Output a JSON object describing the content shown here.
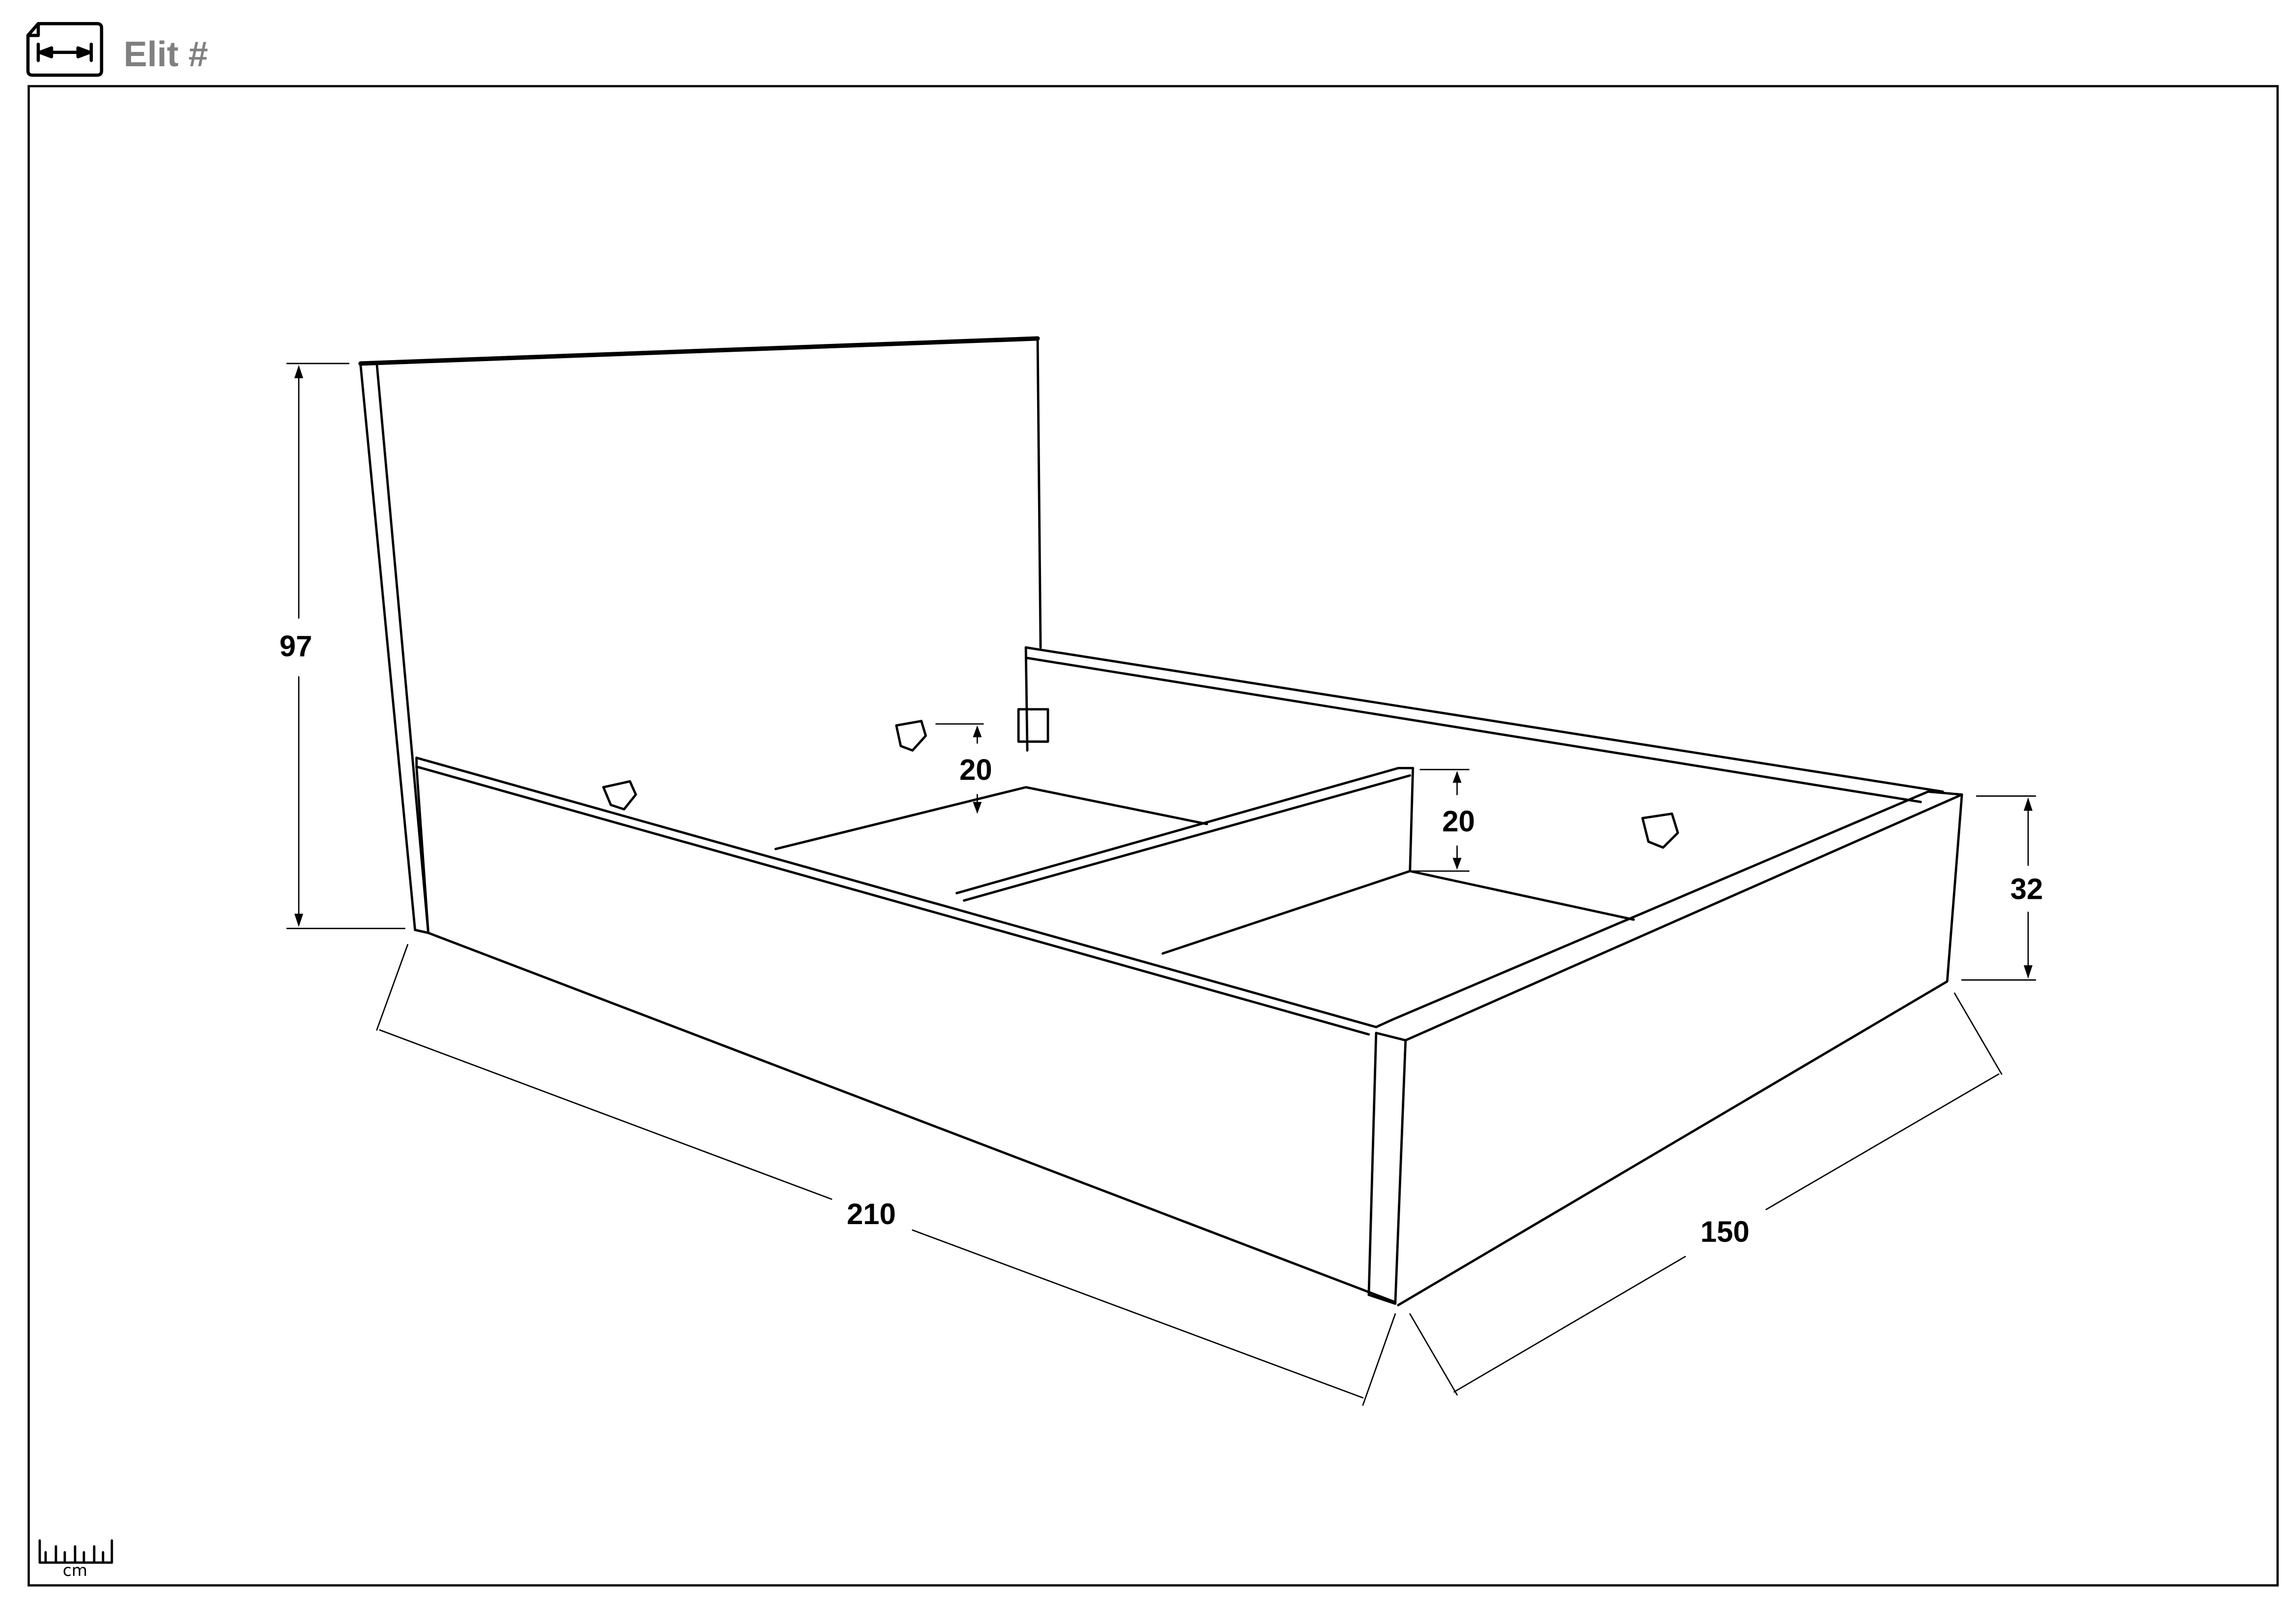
{
  "header": {
    "icon": "dimensions-icon",
    "title": "Elit #",
    "title_color": "#808080"
  },
  "dimensions": {
    "height": "97",
    "length": "210",
    "width": "150",
    "side_height": "32",
    "inner_depth_left": "20",
    "inner_depth_right": "20"
  },
  "scale": {
    "icon": "ruler-icon",
    "unit": "cm"
  }
}
